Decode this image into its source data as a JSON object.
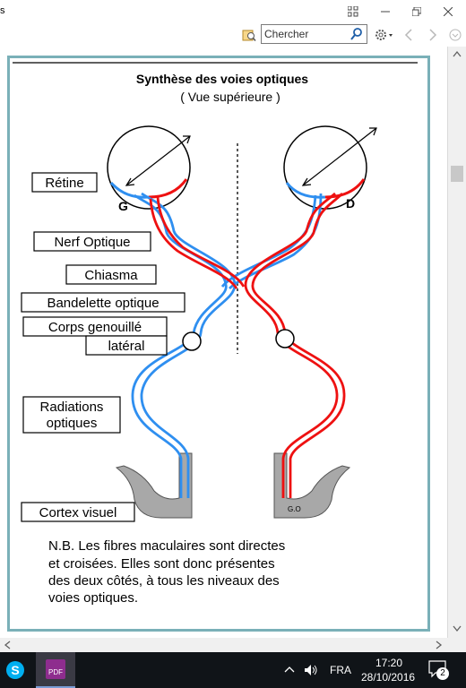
{
  "window": {
    "title_fragment": "s",
    "btn_minimize": "—",
    "btn_restore": "❐",
    "btn_close": "✕",
    "btn_extra": "⊞"
  },
  "toolbar": {
    "search_placeholder": "Chercher",
    "icons": [
      "find-in-page-icon",
      "search-icon",
      "settings-icon",
      "back-icon",
      "forward-icon",
      "down-icon"
    ]
  },
  "figure": {
    "title": "Synthèse des voies optiques",
    "subtitle": "( Vue supérieure )",
    "labels": {
      "retine": "Rétine",
      "nerf": "Nerf Optique",
      "chiasma": "Chiasma",
      "bandelette": "Bandelette optique",
      "corps1": "Corps genouillé",
      "corps2": "latéral",
      "radiations1": "Radiations",
      "radiations2": "optiques",
      "cortex": "Cortex visuel"
    },
    "eye_left": "G",
    "eye_right": "D",
    "go_label": "G.O",
    "note_lines": [
      "N.B.  Les fibres maculaires sont directes",
      "et croisées. Elles sont donc présentes",
      "des deux côtés, à tous les niveaux des",
      "voies optiques."
    ],
    "colors": {
      "blue": "#2f8ff0",
      "red": "#ee1111",
      "cortex": "#a8a8a8"
    }
  },
  "taskbar": {
    "lang": "FRA",
    "time": "17:20",
    "date": "28/10/2016",
    "notifications": "2",
    "pdf_label": "PDF"
  }
}
